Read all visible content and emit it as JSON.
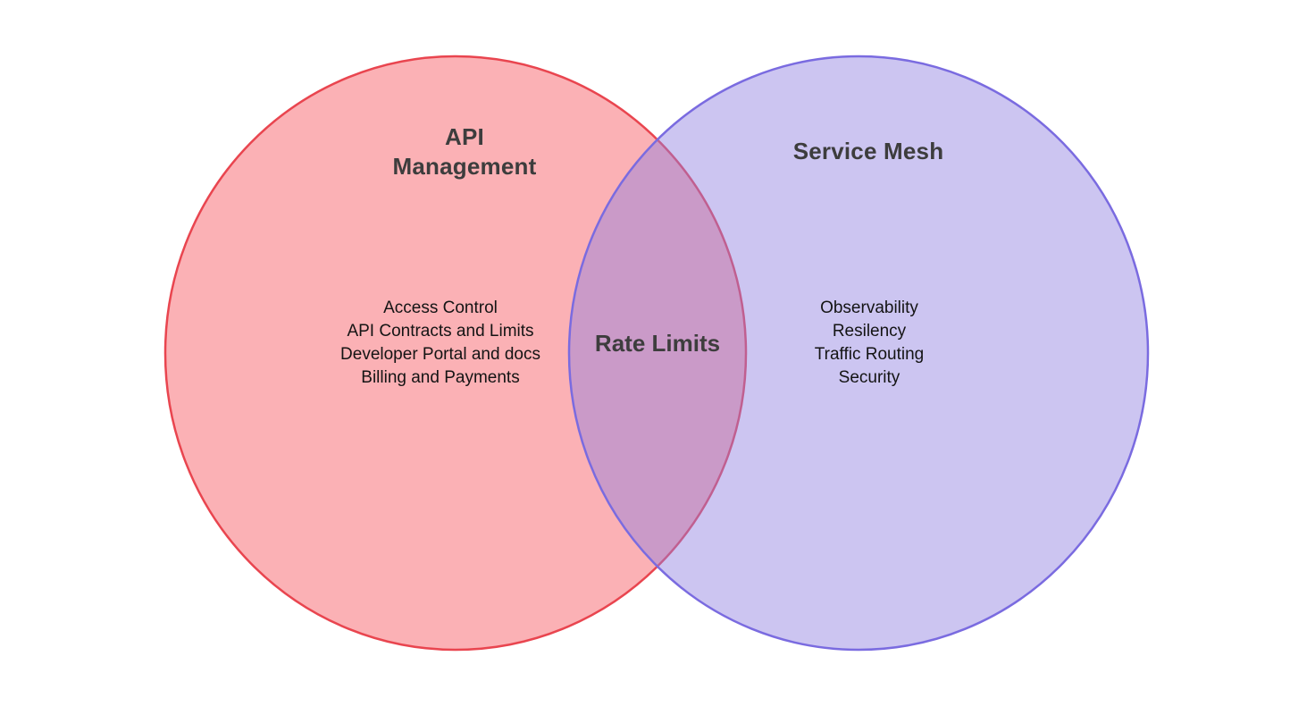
{
  "diagram": {
    "type": "venn-diagram",
    "background": "#ffffff",
    "left_circle": {
      "title_line1": "API",
      "title_line2": "Management",
      "items": [
        "Access Control",
        "API Contracts and Limits",
        "Developer Portal and docs",
        "Billing and Payments"
      ],
      "fill": "#F6525B",
      "fill_opacity": "0.45",
      "stroke": "#E9454F",
      "stroke_width": "2.5"
    },
    "right_circle": {
      "title": "Service Mesh",
      "items": [
        "Observability",
        "Resilency",
        "Traffic Routing",
        "Security"
      ],
      "fill": "#8E7EE0",
      "fill_opacity": "0.45",
      "stroke": "#7A6BE0",
      "stroke_width": "2.5"
    },
    "intersection": {
      "label": "Rate Limits"
    },
    "text_colors": {
      "title": "#3d3d3d",
      "items": "#141414"
    }
  }
}
